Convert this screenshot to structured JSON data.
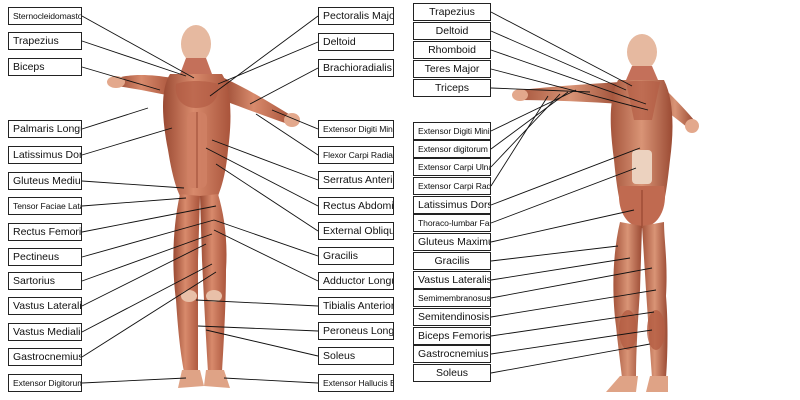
{
  "front_labels_left": [
    "Sternocleidomastoid",
    "Trapezius",
    "Biceps",
    "Palmaris Longus",
    "Latissimus Dorsi",
    "Gluteus Medius",
    "Tensor Faciae Latae",
    "Rectus Femoris",
    "Pectineus",
    "Sartorius",
    "Vastus Lateralis",
    "Vastus Medialis",
    "Gastrocnemius",
    "Extensor Digitorum Brevis"
  ],
  "front_labels_right": [
    "Pectoralis Major",
    "Deltoid",
    "Brachioradialis",
    "Extensor Digiti Minimi",
    "Flexor Carpi Radialis",
    "Serratus Anterior",
    "Rectus Abdominus",
    "External Oblique",
    "Gracilis",
    "Adductor Longus",
    "Tibialis Anterior",
    "Peroneus Longus",
    "Soleus",
    "Extensor Hallucis Brevis"
  ],
  "back_labels": [
    "Trapezius",
    "Deltoid",
    "Rhomboid",
    "Teres Major",
    "Triceps",
    "Extensor Digiti Minimi",
    "Extensor digitorum",
    "Extensor Carpi Ulnaris",
    "Extensor Carpi Radialis",
    "Latissimus Dorsi",
    "Thoraco-lumbar Fascia",
    "Gluteus Maximus",
    "Gracilis",
    "Vastus Lateralis",
    "Semimembranosus",
    "Semitendinosis",
    "Biceps Femoris",
    "Gastrocnemius",
    "Soleus"
  ],
  "colors": {
    "muscle": "#c9765a",
    "muscle_light": "#e8b49a",
    "muscle_dark": "#8e3f2a",
    "tendon": "#f0d9c6",
    "leader": "#111111"
  }
}
